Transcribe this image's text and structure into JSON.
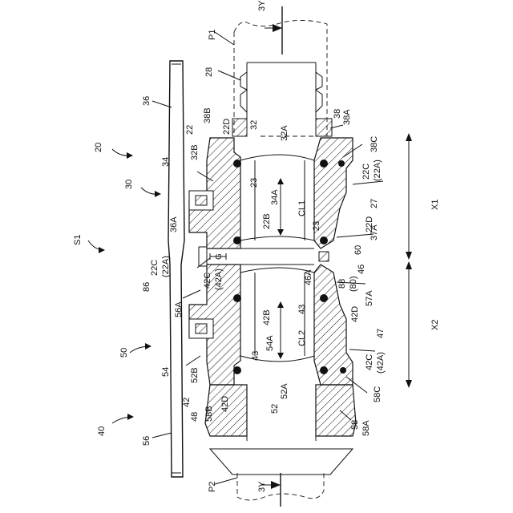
{
  "labels": {
    "section_top": "3Y",
    "section_bottom": "3Y",
    "p1": "P1",
    "p2": "P2",
    "s1": "S1",
    "n20": "20",
    "n30": "30",
    "n36": "36",
    "n40": "40",
    "n50": "50",
    "n56": "56",
    "n28": "28",
    "n38": "38",
    "n38a": "38A",
    "n38b": "38B",
    "n38c": "38C",
    "n22": "22",
    "n22d_top": "22D",
    "n32": "32",
    "n32a": "32A",
    "n32b": "32B",
    "n34": "34",
    "n34a": "34A",
    "n23_top": "23",
    "n23_mid": "23",
    "n22b": "22B",
    "cl1": "CL1",
    "n22c_r": "22C",
    "n22a_r": "(22A)",
    "n27": "27",
    "x1": "X1",
    "n22d_r": "22D",
    "n37a": "37A",
    "n36a": "36A",
    "g": "G",
    "n60": "60",
    "n46": "46",
    "n22c_l": "22C",
    "n22a_l": "(22A)",
    "n42c_l": "42C",
    "n42a_l": "(42A)",
    "n46a": "46A",
    "n88": "88",
    "n80": "(80)",
    "n86": "86",
    "n57a": "57A",
    "n56a": "56A",
    "n42b": "42B",
    "n43_top": "43",
    "n42d_r": "42D",
    "x2": "X2",
    "n54a": "54A",
    "cl2": "CL2",
    "n47": "47",
    "n43_bot": "43",
    "n42c_r": "42C",
    "n42a_r": "(42A)",
    "n54": "54",
    "n52b": "52B",
    "n42": "42",
    "n48": "48",
    "n42d_l": "42D",
    "n52": "52",
    "n52a": "52A",
    "n58c": "58C",
    "n58b": "58B",
    "n58": "58",
    "n58a": "58A"
  }
}
